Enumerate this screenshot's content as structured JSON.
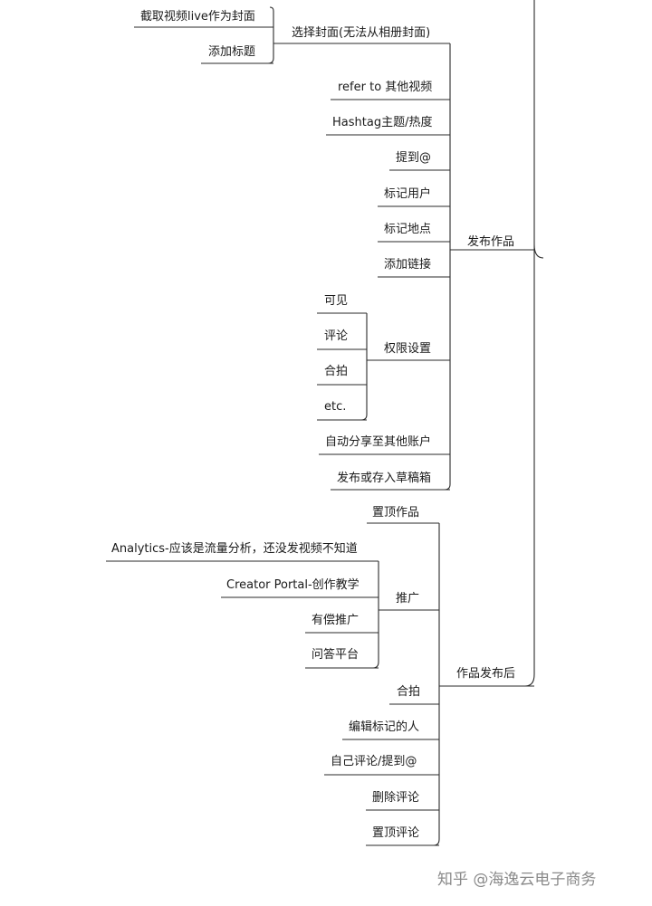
{
  "mindmap": {
    "nodes": {
      "jiequ_live": "截取视频live作为封面",
      "add_title": "添加标题",
      "choose_cover": "选择封面(无法从相册封面)",
      "refer_to": "refer to 其他视频",
      "hashtag": "Hashtag主题/热度",
      "mention": "提到@",
      "tag_user": "标记用户",
      "tag_location": "标记地点",
      "add_link": "添加链接",
      "visible": "可见",
      "comment": "评论",
      "duet": "合拍",
      "etc": "etc.",
      "permissions": "权限设置",
      "auto_share": "自动分享至其他账户",
      "publish_or_draft": "发布或存入草稿箱",
      "publish_work": "发布作品",
      "pin_work": "置顶作品",
      "analytics": "Analytics-应该是流量分析，还没发视频不知道",
      "creator_portal": "Creator Portal-创作教学",
      "paid_promo": "有偿推广",
      "qa_platform": "问答平台",
      "promote": "推广",
      "duet_after": "合拍",
      "edit_tagged": "编辑标记的人",
      "self_comment": "自己评论/提到@",
      "delete_comment": "删除评论",
      "pin_comment": "置顶评论",
      "after_publish": "作品发布后"
    }
  },
  "watermark": {
    "text": "知乎 @海逸云电子商务"
  }
}
